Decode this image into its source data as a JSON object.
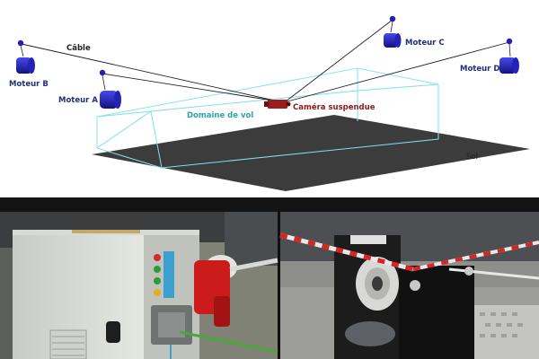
{
  "diagram": {
    "cable_label": "Câble",
    "flight_zone_label": "Domaine de vol",
    "camera_label": "Caméra suspendue",
    "ground_label": "Sol",
    "motors": [
      {
        "id": "b",
        "label": "Moteur B"
      },
      {
        "id": "a",
        "label": "Moteur A"
      },
      {
        "id": "c",
        "label": "Moteur C"
      },
      {
        "id": "d",
        "label": "Moteur D"
      }
    ]
  },
  "photos": [
    {
      "label": "control-cabinet-photo"
    },
    {
      "label": "winch-motor-photo"
    }
  ],
  "colors": {
    "motor": "#2a2ad0",
    "motor_dark": "#14148a",
    "zone": "#7fe0e6",
    "camera": "#9a1c1c",
    "ground": "#3c3c3c",
    "divider": "#141414"
  }
}
